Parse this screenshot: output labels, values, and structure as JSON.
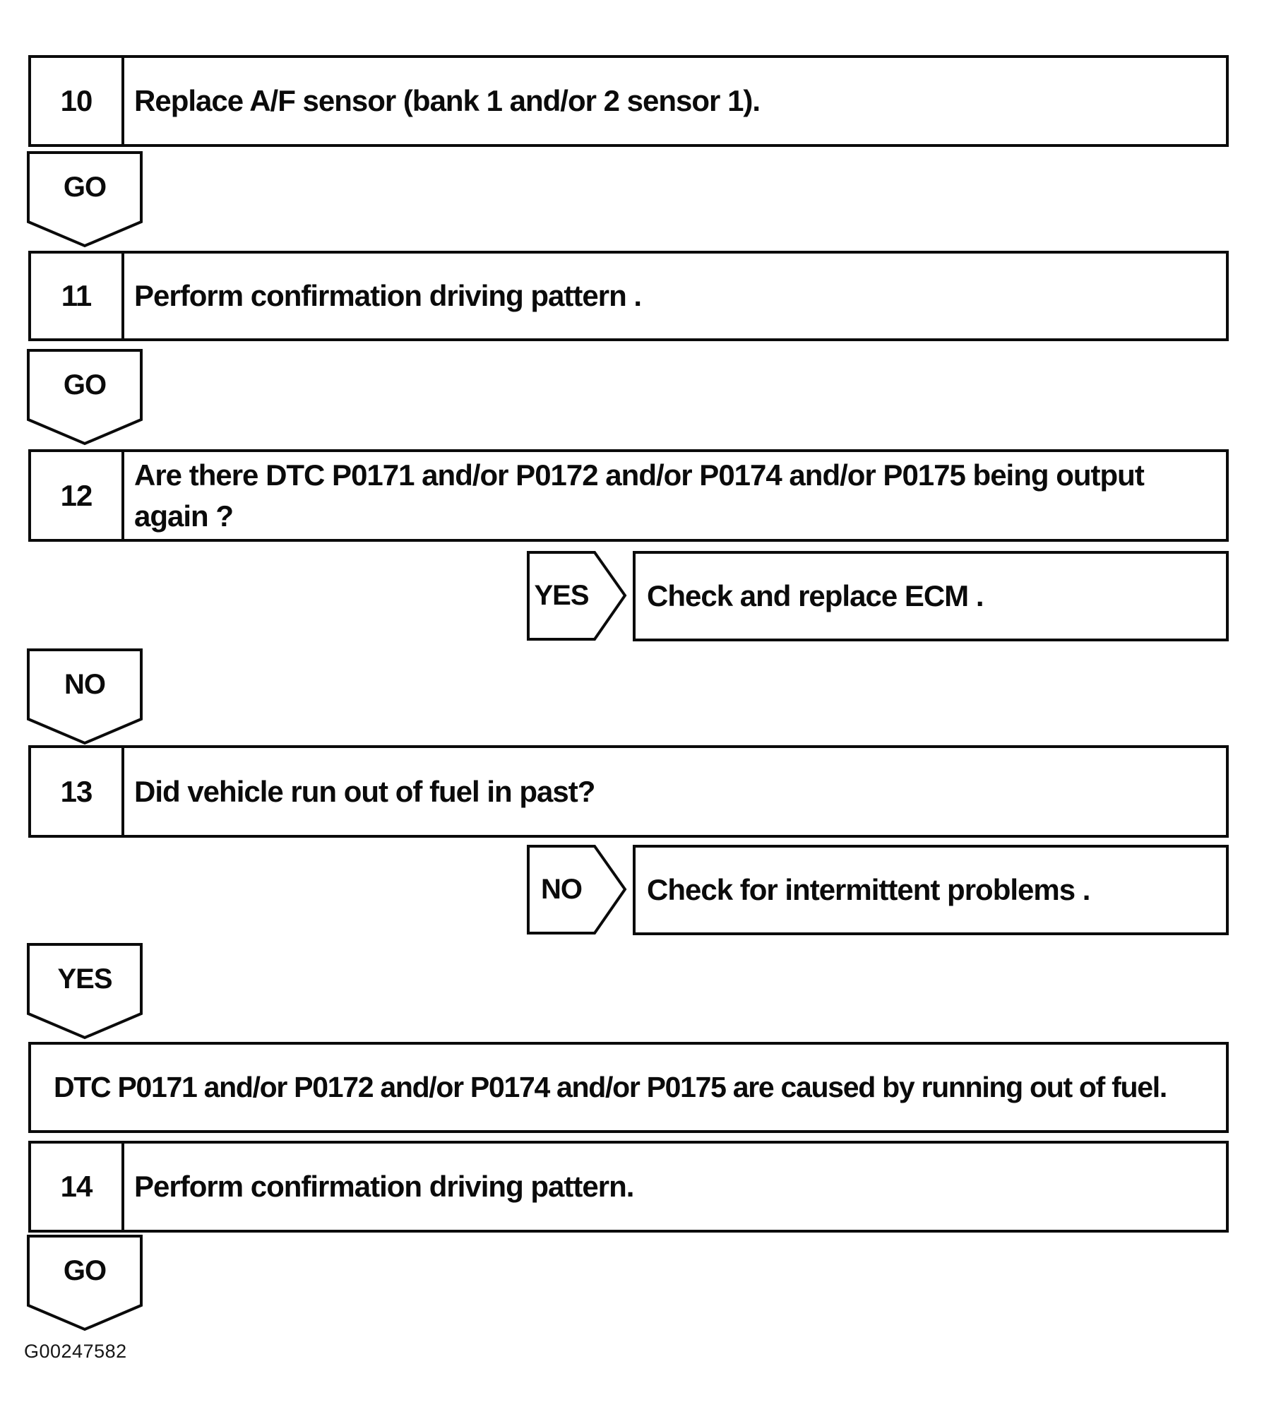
{
  "colors": {
    "ink": "#0b0b0b",
    "paper": "#ffffff"
  },
  "steps": [
    {
      "number": "10",
      "text": "Replace A/F sensor (bank 1 and/or 2 sensor 1)."
    },
    {
      "number": "11",
      "text": "Perform confirmation driving pattern ."
    },
    {
      "number": "12",
      "text": "Are there DTC P0171 and/or P0172 and/or P0174 and/or P0175 being output\nagain ?"
    },
    {
      "number": "13",
      "text": "Did vehicle run out of fuel in past?"
    },
    {
      "number": "14",
      "text": "Perform confirmation driving pattern."
    }
  ],
  "connectors": {
    "after_step_10": "GO",
    "after_step_11": "GO",
    "step_12_yes": "YES",
    "step_12_no": "NO",
    "step_13_no": "NO",
    "step_13_yes": "YES",
    "after_step_14": "GO"
  },
  "branch_actions": {
    "step_12_yes": "Check and replace ECM .",
    "step_13_no": "Check for intermittent problems ."
  },
  "result_text": "DTC P0171 and/or P0172 and/or P0174 and/or P0175 are caused by running out of fuel.",
  "figure_code": "G00247582"
}
